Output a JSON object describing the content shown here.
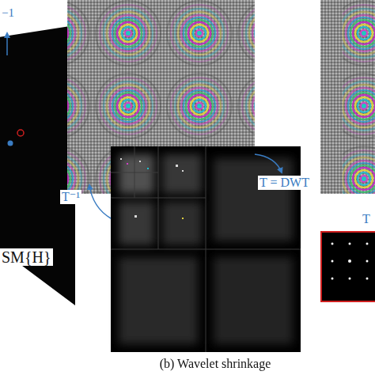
{
  "diagram": {
    "caption": "(b) Wavelet shrinkage",
    "labels": [
      "−1",
      "T = DWT",
      "T⁻¹",
      "SM{H}",
      "T"
    ]
  }
}
